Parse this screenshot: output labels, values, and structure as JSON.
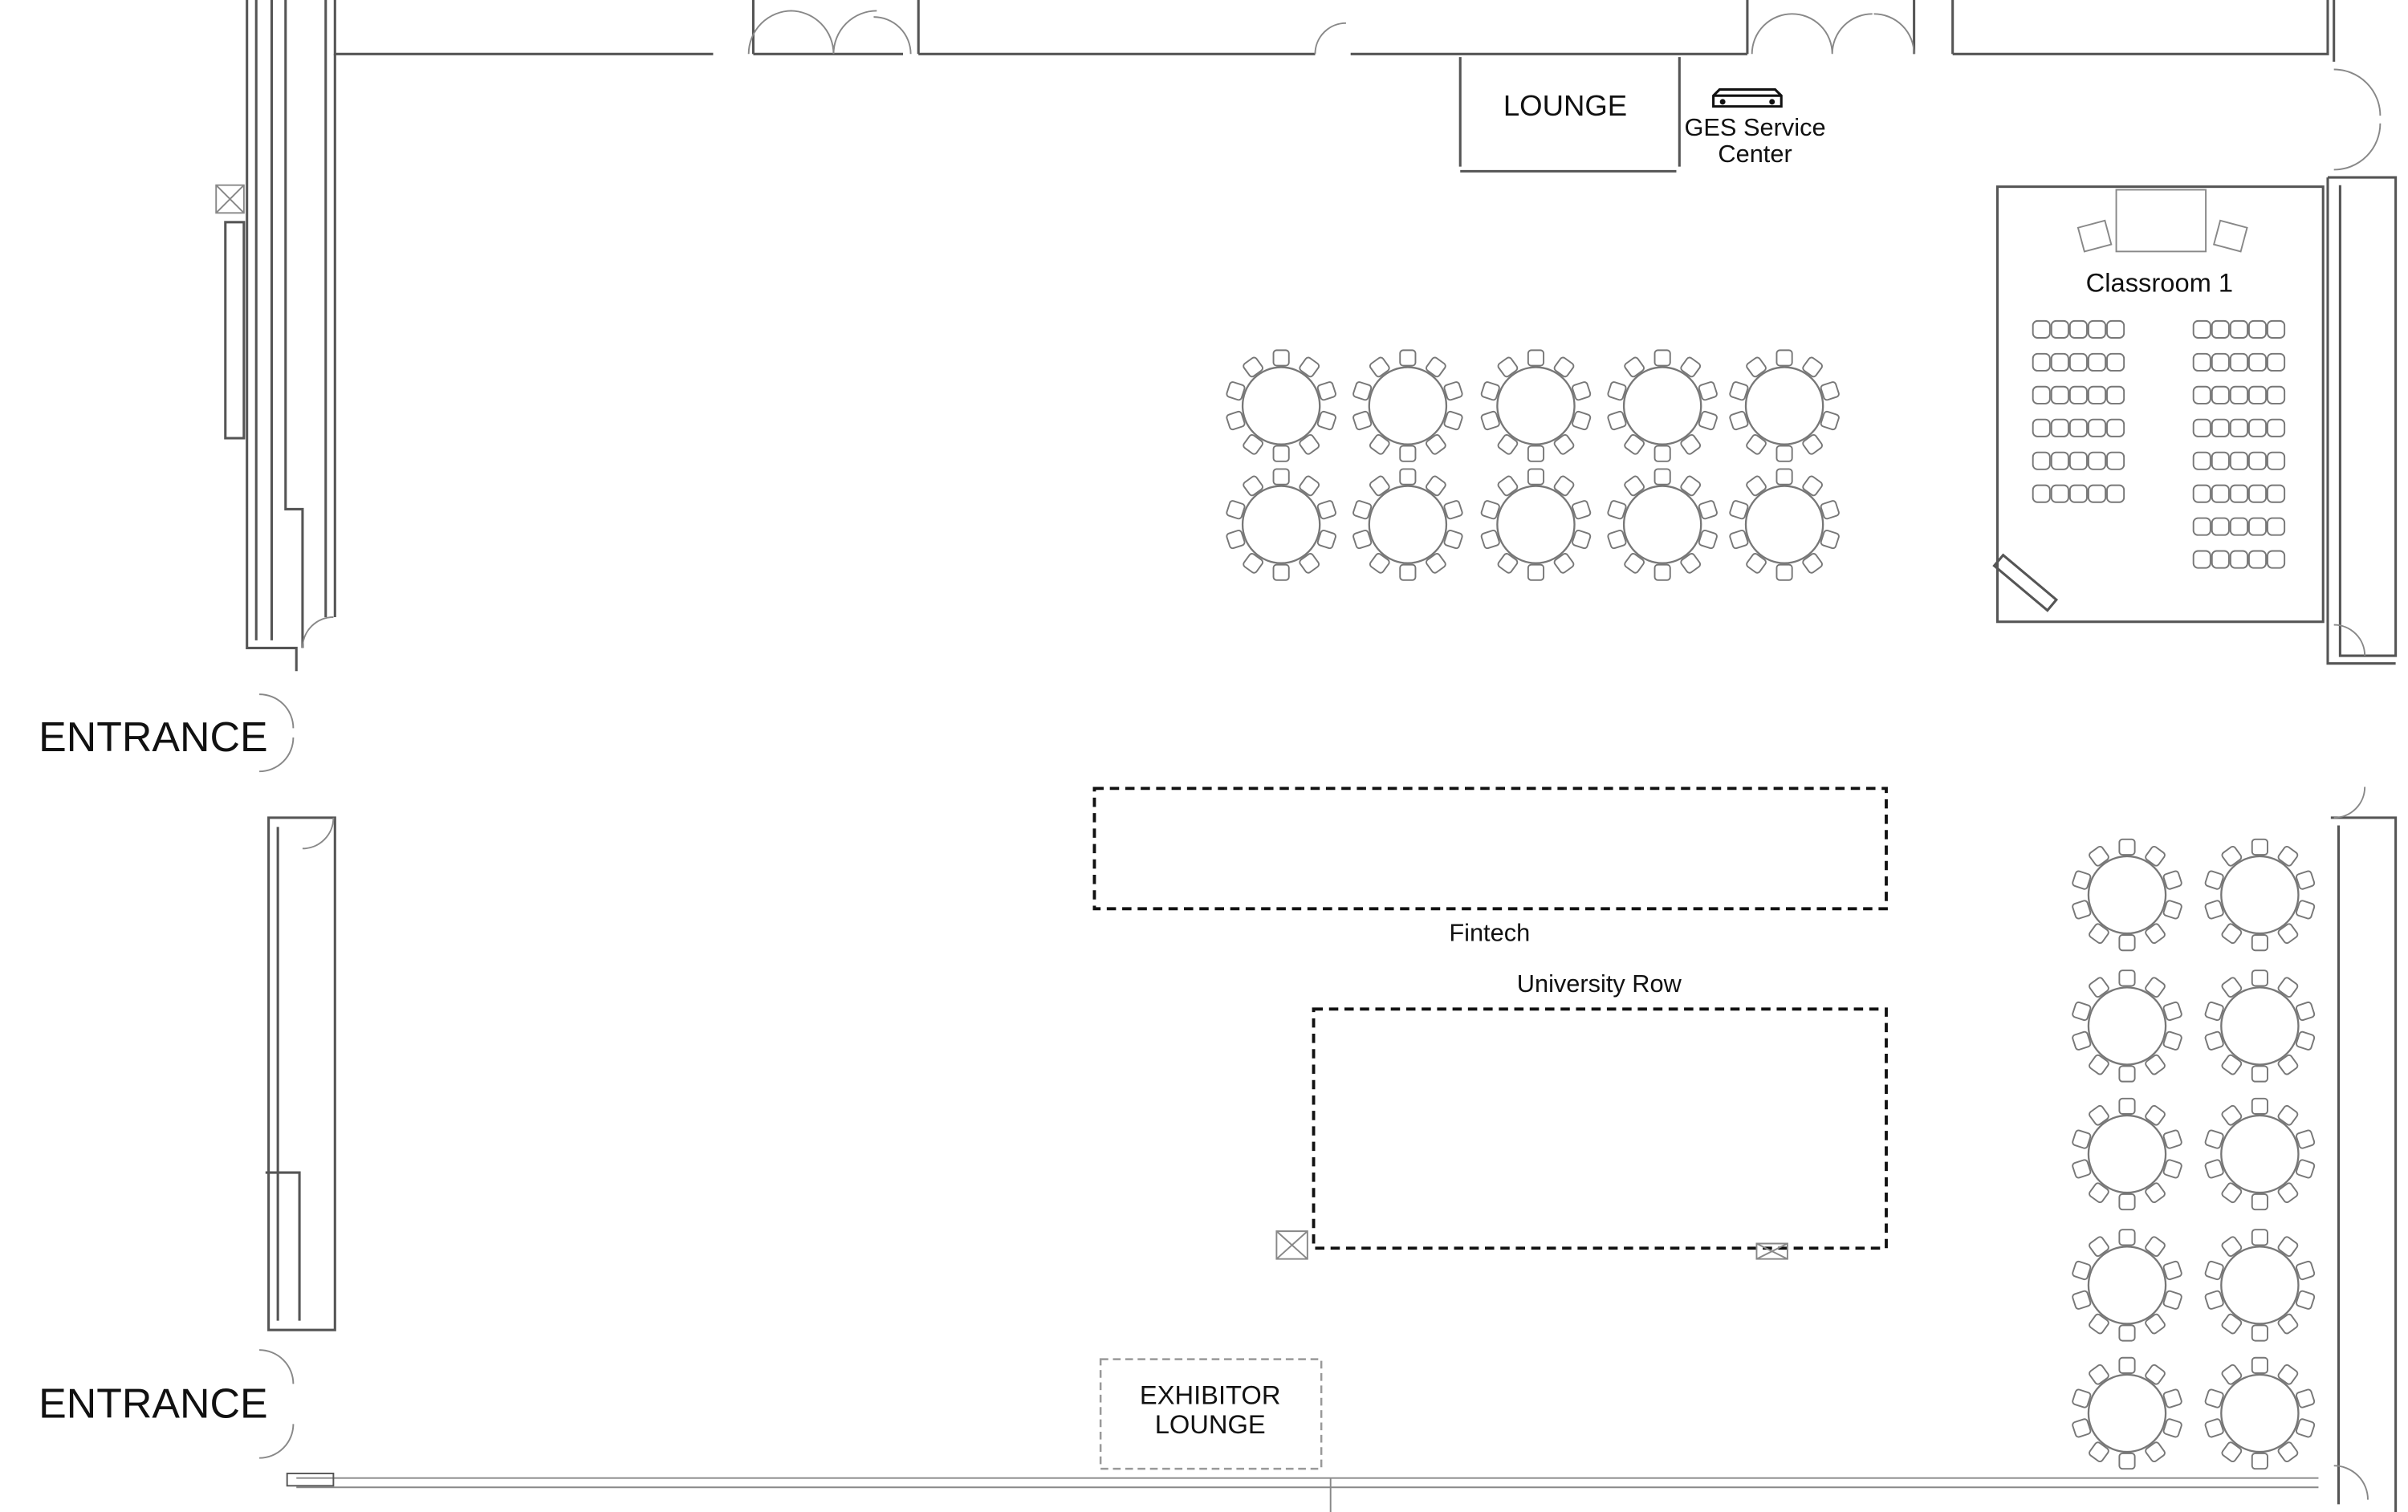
{
  "labels": {
    "lounge": "LOUNGE",
    "service_center_line1": "GES Service",
    "service_center_line2": "Center",
    "classroom": "Classroom 1",
    "fintech": "Fintech",
    "university_row": "University Row",
    "exhibitor_lounge_line1": "EXHIBITOR",
    "exhibitor_lounge_line2": "LOUNGE",
    "entrance_top": "ENTRANCE",
    "entrance_bottom": "ENTRANCE"
  },
  "colors": {
    "line": "#555555",
    "text": "#111111",
    "background": "#ffffff"
  },
  "icons": {
    "service_center": "service-counter-icon"
  }
}
